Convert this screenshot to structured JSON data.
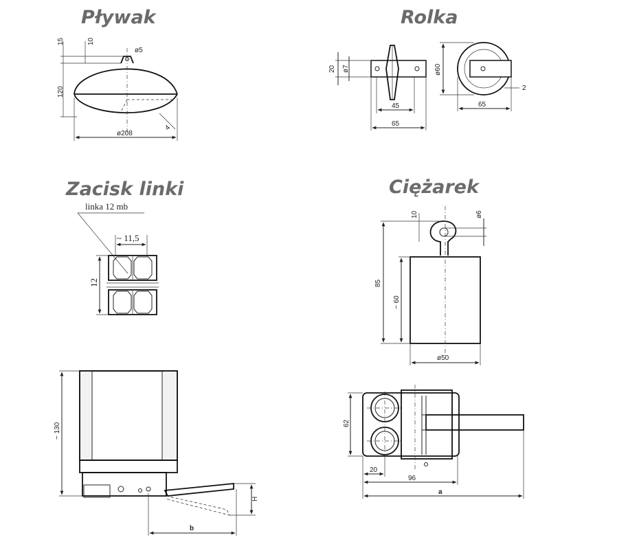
{
  "titles": {
    "plywak": "Pływak",
    "rolka": "Rolka",
    "zacisk": "Zacisk linki",
    "ciezarek": "Ciężarek"
  },
  "plywak_dims": {
    "h15": "15",
    "h10": "10",
    "d5": "ø5",
    "h120": "120",
    "d208": "ø208",
    "t4": "4"
  },
  "rolka_dims": {
    "h20": "20",
    "d7": "ø7",
    "w45": "45",
    "w65a": "65",
    "d60": "ø60",
    "w65b": "65",
    "t2": "2"
  },
  "zacisk_dims": {
    "linka": "linka  12 mb",
    "w115": "~ 11,5",
    "h12": "12"
  },
  "ciezarek_dims": {
    "h10": "10",
    "d6": "ø6",
    "h85": "85",
    "h60": "~ 60",
    "d50": "ø50"
  },
  "switch_side_dims": {
    "h130": "~ 130",
    "b": "b",
    "H": "H"
  },
  "switch_top_dims": {
    "h62": "62",
    "w20": "20",
    "w96": "96",
    "a": "a"
  }
}
